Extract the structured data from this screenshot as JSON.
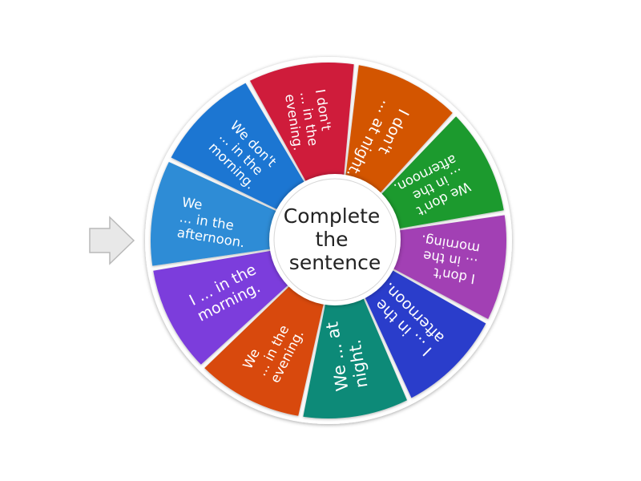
{
  "spinner": {
    "center_label": [
      "Complete",
      "the",
      "sentence"
    ],
    "rim_color": "#ffffff",
    "segments": [
      {
        "lines": [
          "I don't",
          "... at night."
        ],
        "color": "#d35400"
      },
      {
        "lines": [
          "We don't",
          "... in the",
          "afternoon."
        ],
        "color": "#1b9a2f"
      },
      {
        "lines": [
          "I don't",
          "... in the",
          "morning."
        ],
        "color": "#a23fb4"
      },
      {
        "lines": [
          "I ... in the",
          "afternoon."
        ],
        "color": "#2c3ecb"
      },
      {
        "lines": [
          "We ... at",
          "night."
        ],
        "color": "#0f8a78"
      },
      {
        "lines": [
          "We",
          "... in the",
          "evening."
        ],
        "color": "#d8480f"
      },
      {
        "lines": [
          "I ... in the",
          "morning."
        ],
        "color": "#7b3cdc"
      },
      {
        "lines": [
          "We",
          "... in the",
          "afternoon."
        ],
        "color": "#2e8cd6"
      },
      {
        "lines": [
          "We don't",
          "... in the",
          "morning."
        ],
        "color": "#1f76d2"
      },
      {
        "lines": [
          "I don't",
          "... in the",
          "evening."
        ],
        "color": "#cf1b3b"
      }
    ]
  },
  "pointer": {
    "icon": "arrow-right-icon",
    "color": "#e8e8e8"
  }
}
